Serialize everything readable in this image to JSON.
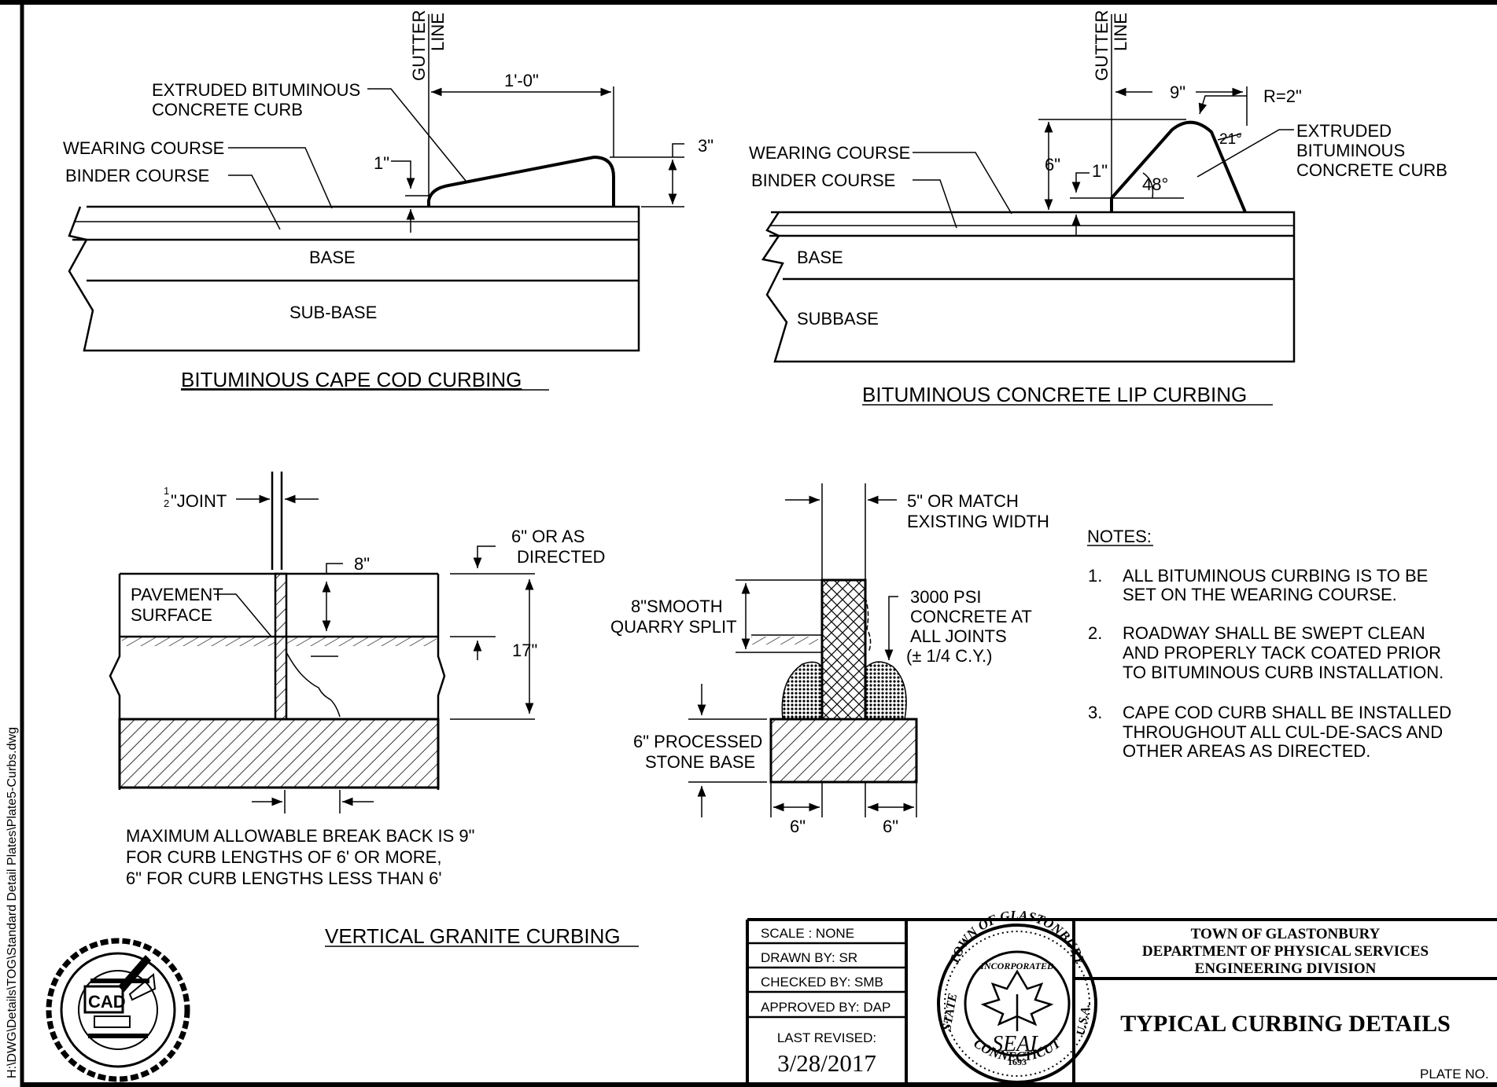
{
  "file_path": "H:\\DWG\\Details\\TOG\\Standard Detail Plates\\Plate5-Curbs.dwg",
  "cape_cod": {
    "title": "BITUMINOUS CAPE COD CURBING",
    "gutter_line_1": "GUTTER",
    "gutter_line_2": "LINE",
    "curb_label_1": "EXTRUDED BITUMINOUS",
    "curb_label_2": "CONCRETE CURB",
    "wearing": "WEARING COURSE",
    "binder": "BINDER COURSE",
    "base": "BASE",
    "subbase": "SUB-BASE",
    "dim_width": "1'-0\"",
    "dim_lip": "1\"",
    "dim_height": "3\""
  },
  "lip": {
    "title": "BITUMINOUS CONCRETE LIP CURBING",
    "gutter_line_1": "GUTTER",
    "gutter_line_2": "LINE",
    "dim_width": "9\"",
    "radius": "R=2\"",
    "angle_back": "21°",
    "angle_front": "48°",
    "dim_height": "6\"",
    "dim_lip": "1\"",
    "curb_label_1": "EXTRUDED",
    "curb_label_2": "BITUMINOUS",
    "curb_label_3": "CONCRETE CURB",
    "wearing": "WEARING COURSE",
    "binder": "BINDER COURSE",
    "base": "BASE",
    "subbase": "SUBBASE"
  },
  "granite": {
    "title": "VERTICAL GRANITE CURBING",
    "joint": "\"JOINT",
    "joint_num": "1",
    "joint_den": "2",
    "dim_8": "8\"",
    "dim_6_dir_1": "6\" OR AS",
    "dim_6_dir_2": "DIRECTED",
    "dim_17": "17\"",
    "pavement_1": "PAVEMENT",
    "pavement_2": "SURFACE",
    "break_1": "MAXIMUM ALLOWABLE BREAK BACK IS 9\"",
    "break_2": "FOR CURB LENGTHS OF 6' OR MORE,",
    "break_3": "6\" FOR CURB LENGTHS LESS THAN 6'"
  },
  "section": {
    "width_1": "5\" OR MATCH",
    "width_2": "EXISTING WIDTH",
    "smooth_1": "8\"SMOOTH",
    "smooth_2": "QUARRY SPLIT",
    "concrete_1": "3000 PSI",
    "concrete_2": "CONCRETE AT",
    "concrete_3": "ALL JOINTS",
    "concrete_4": "(± 1/4 C.Y.)",
    "stone_1": "6\" PROCESSED",
    "stone_2": "STONE BASE",
    "dim_left": "6\"",
    "dim_right": "6\""
  },
  "notes": {
    "heading": "NOTES:",
    "n1_num": "1.",
    "n1_a": "ALL BITUMINOUS CURBING IS TO BE",
    "n1_b": "SET ON THE WEARING COURSE.",
    "n2_num": "2.",
    "n2_a": "ROADWAY SHALL BE SWEPT CLEAN",
    "n2_b": "AND PROPERLY TACK COATED PRIOR",
    "n2_c": "TO BITUMINOUS CURB INSTALLATION.",
    "n3_num": "3.",
    "n3_a": "CAPE COD CURB SHALL BE INSTALLED",
    "n3_b": "THROUGHOUT ALL CUL-DE-SACS AND",
    "n3_c": "OTHER AREAS AS DIRECTED."
  },
  "title_block": {
    "scale": "SCALE : NONE",
    "drawn": "DRAWN BY:  SR",
    "checked": "CHECKED BY: SMB",
    "approved": "APPROVED BY: DAP",
    "last_revised_label": "LAST REVISED:",
    "last_revised_date": "3/28/2017",
    "org_1": "TOWN OF GLASTONBURY",
    "org_2": "DEPARTMENT OF PHYSICAL SERVICES",
    "org_3": "ENGINEERING DIVISION",
    "drawing_title": "TYPICAL CURBING DETAILS",
    "plate_no": "PLATE NO."
  },
  "seal": {
    "top_arc": "TOWN OF GLASTONBURY",
    "incorporated": "INCORPORATED",
    "center": "SEAL",
    "year": "1693",
    "left": "STATE",
    "bottom": "CONNECTICUT",
    "right": "U.S.A."
  },
  "cad_logo": {
    "text": "CAD"
  }
}
